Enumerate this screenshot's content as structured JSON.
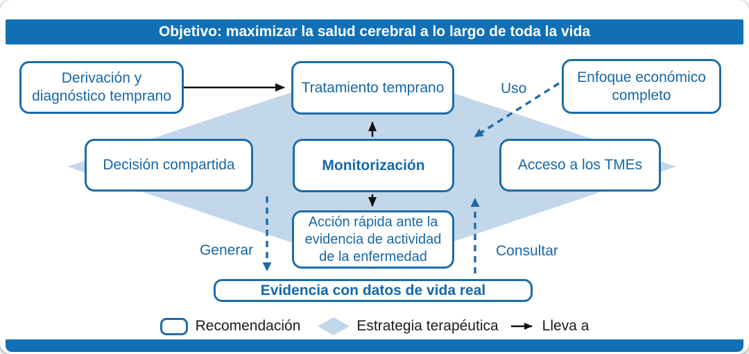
{
  "header": {
    "title": "Objetivo: maximizar la salud cerebral a lo largo de toda la vida"
  },
  "boxes": {
    "derivacion": {
      "label": "Derivación y\ndiagnóstico temprano"
    },
    "tratamiento": {
      "label": "Tratamiento temprano"
    },
    "enfoque": {
      "label": "Enfoque económico\ncompleto"
    },
    "decision": {
      "label": "Decisión compartida"
    },
    "monitorizacion": {
      "label": "Monitorización"
    },
    "acceso": {
      "label": "Acceso a los TMEs"
    },
    "accion": {
      "label": "Acción rápida ante la\nevidencia de actividad\nde la enfermedad"
    },
    "evidencia": {
      "label": "Evidencia con datos de vida real"
    }
  },
  "edge_labels": {
    "uso": "Uso",
    "generar": "Generar",
    "consultar": "Consultar"
  },
  "legend": {
    "recomendacion": "Recomendación",
    "estrategia": "Estrategia terapéutica",
    "lleva_a": "Lleva a"
  },
  "colors": {
    "bar": "#1170B5",
    "border": "#1B6CA8",
    "textblue": "#1667A8",
    "diamond": "#C3D7EB",
    "ink": "#1A1A1A"
  }
}
